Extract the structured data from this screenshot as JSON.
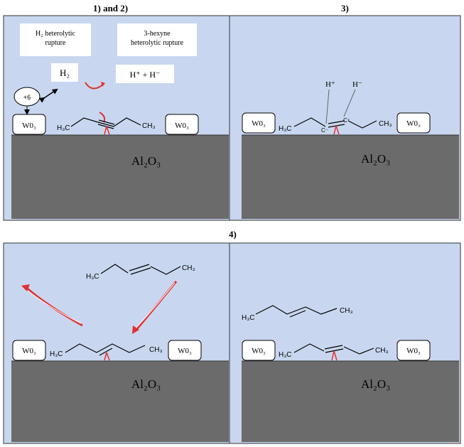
{
  "labels": {
    "step_1_2": "1) and 2)",
    "step_3": "3)",
    "step_4": "4)"
  },
  "common": {
    "support": "Al₂O₃",
    "site": "W0₃"
  },
  "panel_a": {
    "h2_rupture": [
      "H₂ heterolytic",
      "rupture"
    ],
    "hexyne_rupture": [
      "3-hexyne",
      "heterolytic rupture"
    ],
    "h2": "H₂",
    "h_split": "H⁺ + H⁻",
    "oxidation_state": "+6",
    "left_group": "H₃C",
    "right_group": "CH₃"
  },
  "panel_b": {
    "h_plus": "H⁺",
    "h_minus": "H⁻",
    "left_group": "H₃C",
    "right_group": "CH₃",
    "carbanion": "C⁻",
    "carbocation": "C⁺"
  },
  "panel_c": {
    "gas_left": "H₃C",
    "gas_right": "CH₃",
    "left_group": "H₃C",
    "right_group": "CH₃"
  },
  "panel_d": {
    "gas_left": "H₃C",
    "gas_right": "CH₃",
    "left_group": "H₃C",
    "right_group": "CH₃"
  },
  "colors": {
    "panel_bg": "#c8d7ef",
    "support": "#6b6b6b",
    "arrow_red": "#e03030"
  }
}
